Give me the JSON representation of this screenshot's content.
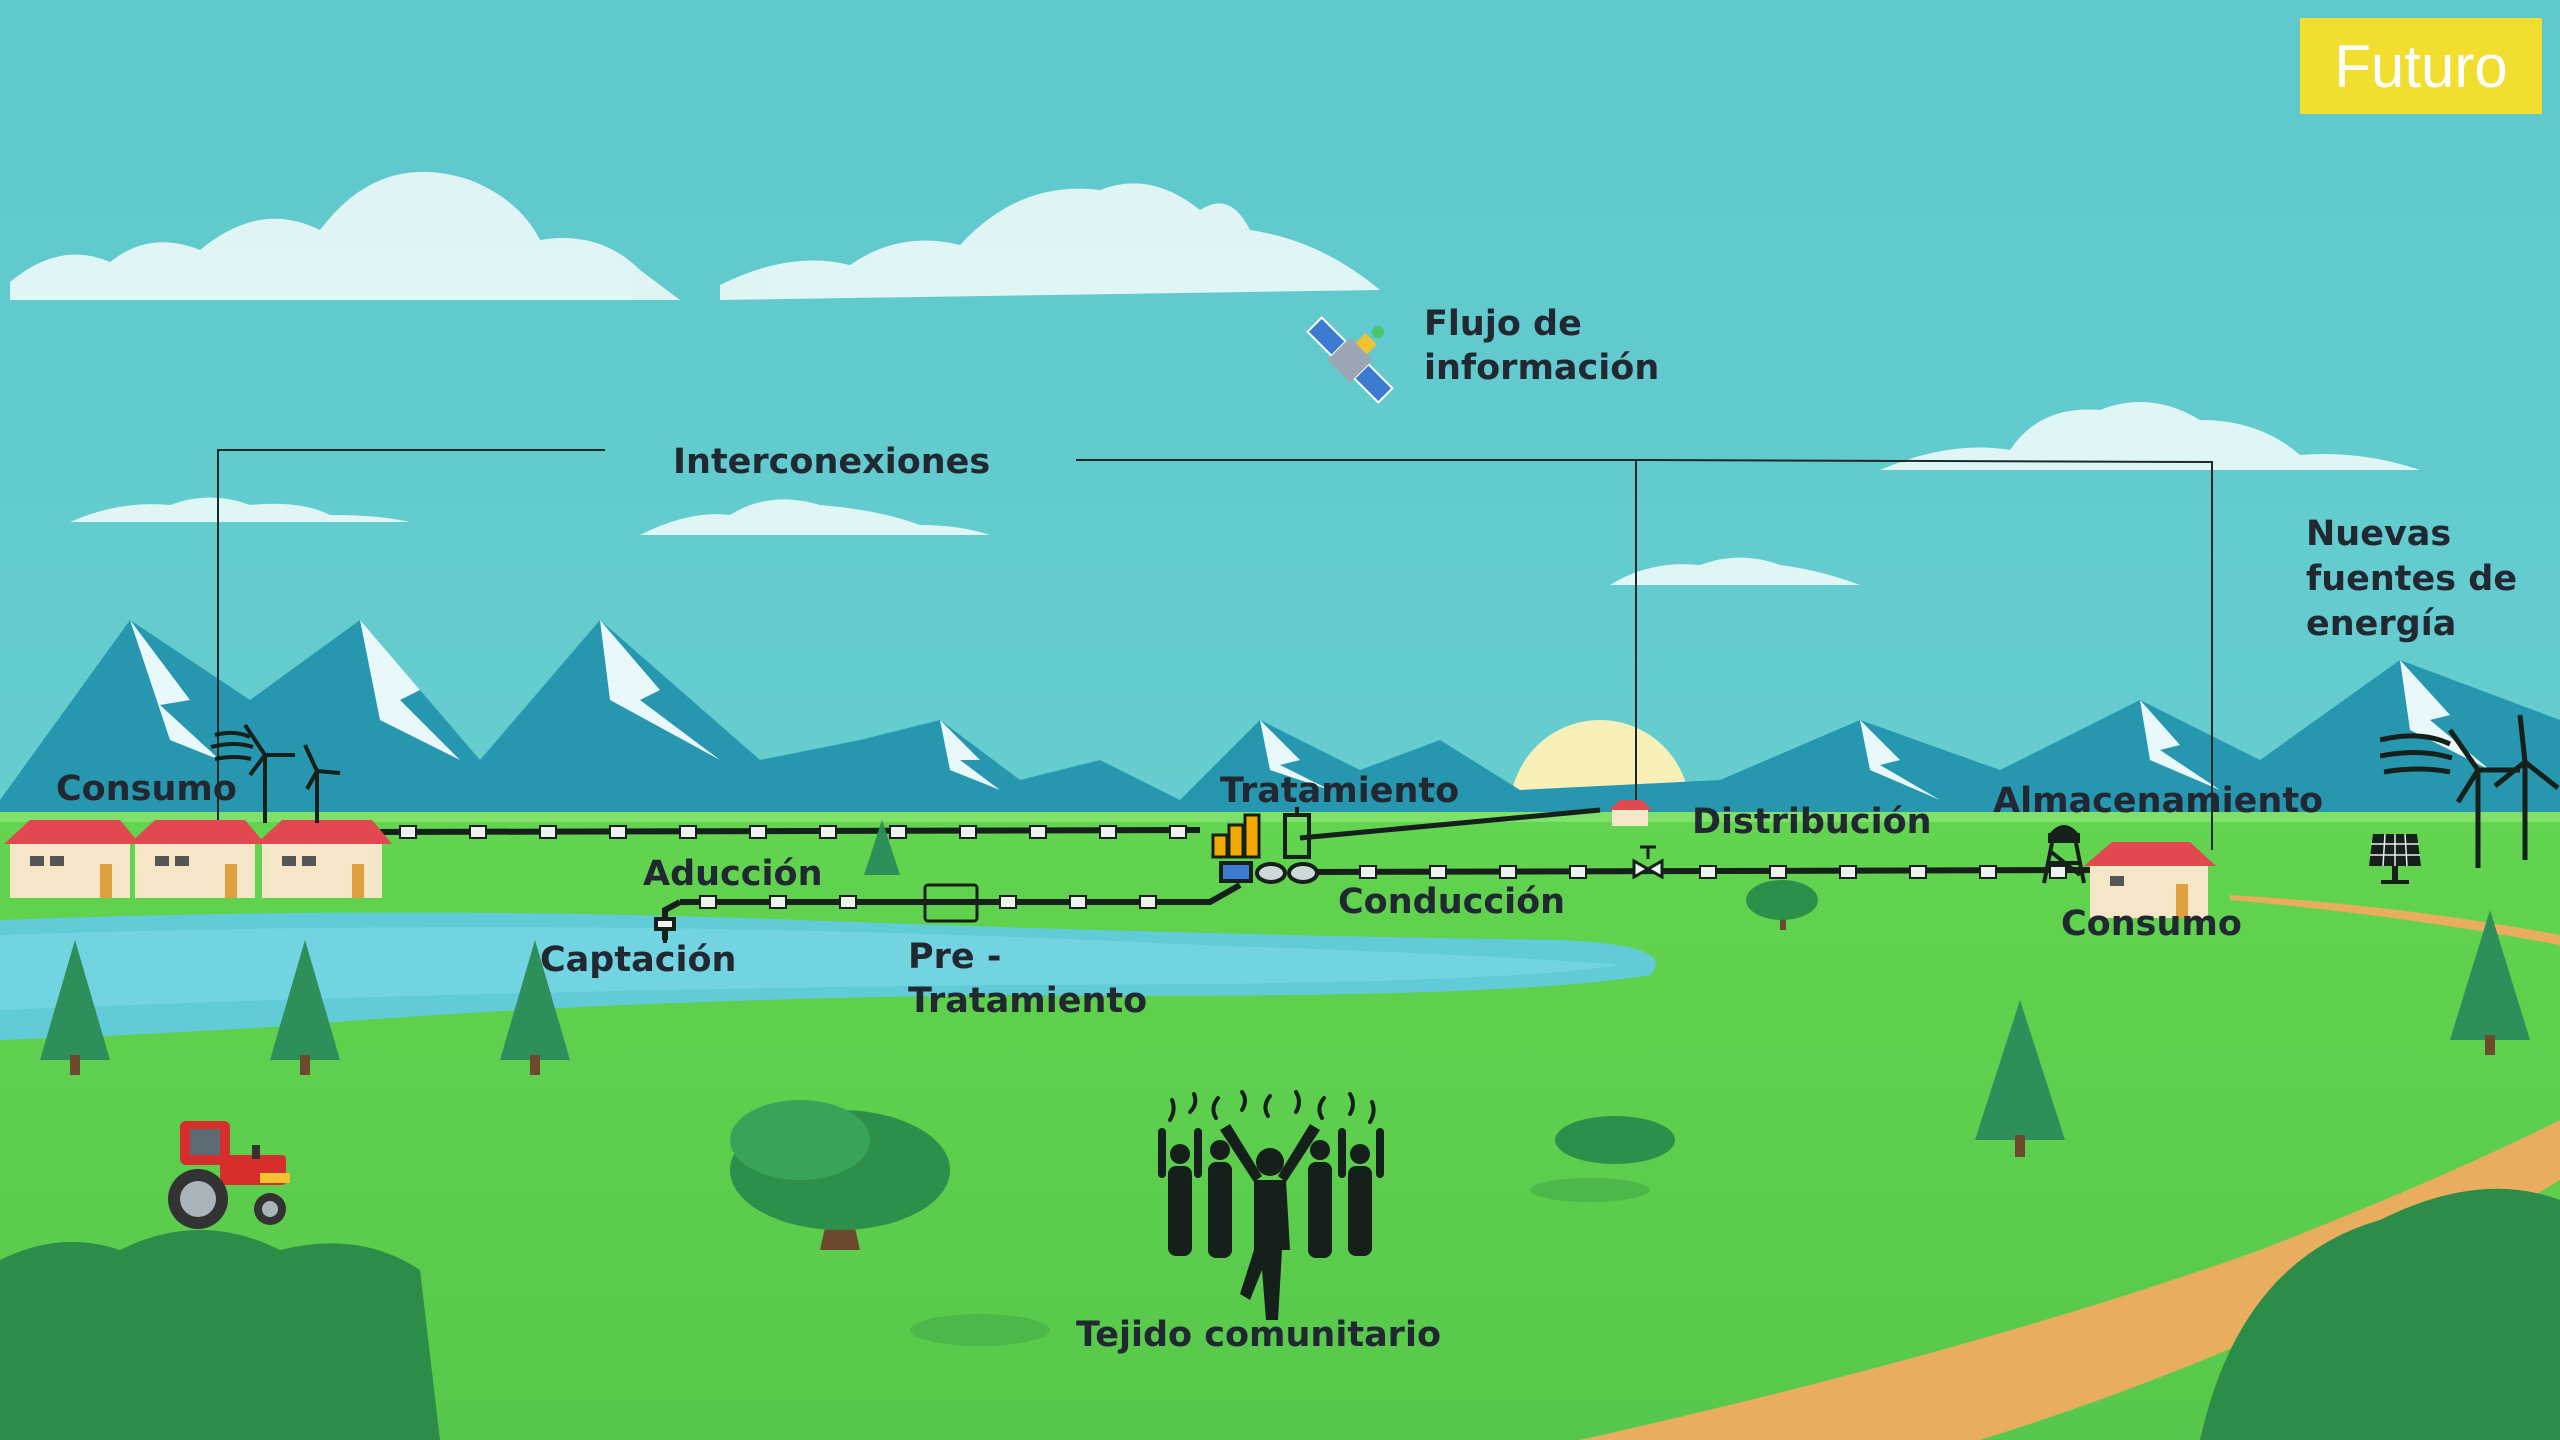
{
  "badge": {
    "label": "Futuro",
    "color": "#f1de2e"
  },
  "labels": {
    "flujo_line1": "Flujo de",
    "flujo_line2": "información",
    "interconexiones": "Interconexiones",
    "nuevas_line1": "Nuevas",
    "nuevas_line2": "fuentes de",
    "nuevas_line3": "energía",
    "consumo_left": "Consumo",
    "tratamiento": "Tratamiento",
    "distribucion": "Distribución",
    "almacenamiento": "Almacenamiento",
    "aduccion": "Aducción",
    "conduccion": "Conducción",
    "consumo_right": "Consumo",
    "captacion": "Captación",
    "pre_line1": "Pre -",
    "pre_line2": "Tratamiento",
    "tejido": "Tejido comunitario"
  },
  "icons": [
    "satellite-icon",
    "wind-turbine-icon",
    "solar-panel-icon",
    "tractor-icon",
    "treatment-plant-icon",
    "water-tower-icon",
    "valve-icon",
    "community-people-icon",
    "house-icon",
    "pipe-icon"
  ],
  "colors": {
    "sky": "#5fc8cc",
    "mountains": "#2a9bb3",
    "grass": "#5fcf5a",
    "river": "#5cc9d8",
    "road": "#e8ad5e",
    "text": "#222831"
  }
}
